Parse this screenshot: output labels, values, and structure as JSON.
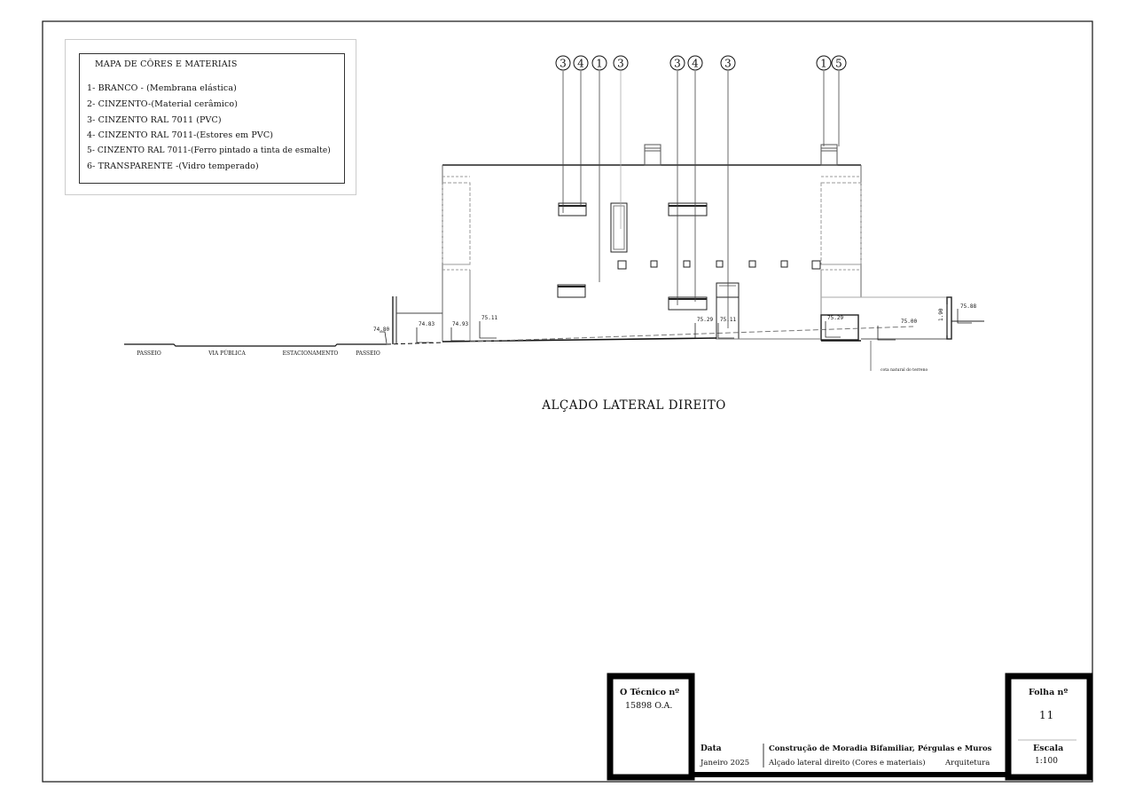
{
  "legend": {
    "title": "MAPA DE CÔRES E MATERIAIS",
    "items": [
      "1- BRANCO - (Membrana elástica)",
      "2- CINZENTO-(Material cerâmico)",
      "3- CINZENTO RAL 7011 (PVC)",
      "4- CINZENTO RAL 7011-(Estores em PVC)",
      "5- CINZENTO RAL 7011-(Ferro pintado a tinta de esmalte)",
      "6- TRANSPARENTE -(Vidro temperado)"
    ]
  },
  "callouts": [
    "3",
    "4",
    "1",
    "3",
    "3",
    "4",
    "3",
    "1",
    "5"
  ],
  "levels": {
    "l7480": "74.80",
    "l7483": "74.83",
    "l7493": "74.93",
    "l7511a": "75.11",
    "l7529a": "75.29",
    "l7511b": "75.11",
    "l7529b": "75.29",
    "l7500": "75.00",
    "l7588": "75.88",
    "h190": "1.90"
  },
  "ground_labels": [
    "PASSEIO",
    "VIA PÚBLICA",
    "ESTACIONAMENTO",
    "PASSEIO"
  ],
  "terrain_note": "cota natural do terreno",
  "drawing_title": "ALÇADO LATERAL DIREITO",
  "title_block": {
    "tecnico_label": "O Técnico nº",
    "tecnico_value": "15898 O.A.",
    "data_label": "Data",
    "data_value": "Janeiro 2025",
    "project_title": "Construção de Moradia Bifamiliar, Pérgulas e Muros",
    "sheet_desc": "Alçado lateral direito (Cores e materiais)",
    "discipline": "Arquitetura",
    "folha_label": "Folha nº",
    "folha_value": "11",
    "escala_label": "Escala",
    "escala_value": "1:100"
  }
}
